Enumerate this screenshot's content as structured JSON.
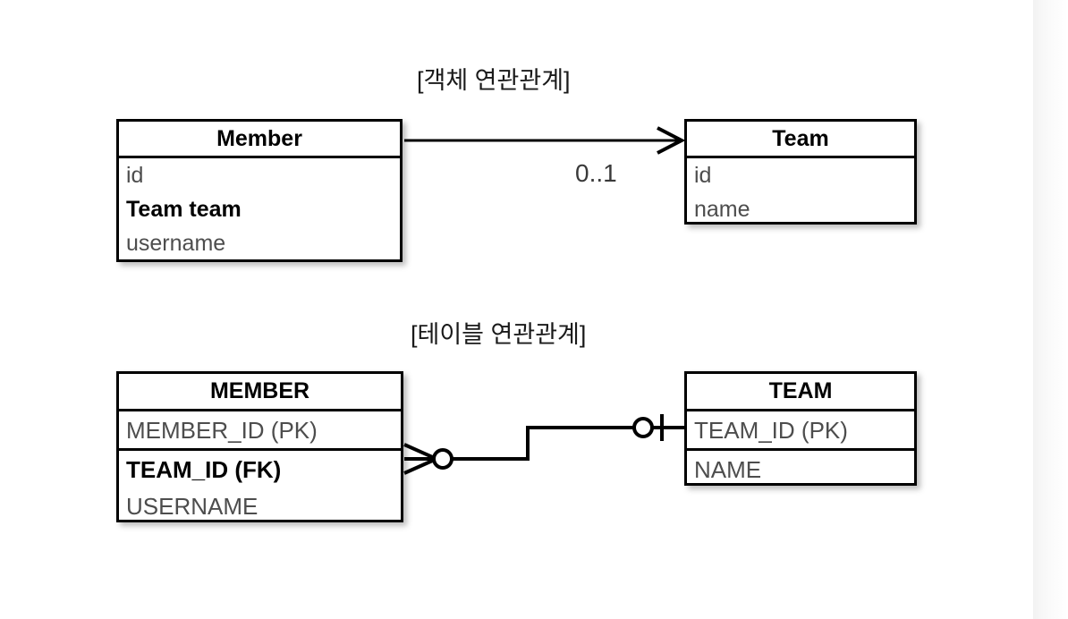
{
  "slide": {
    "background_color": "#ffffff",
    "line_color": "#000000",
    "attribute_text_color": "#4d4d4d"
  },
  "sections": {
    "object_model": {
      "title": "[객체 연관관계]",
      "multiplicity_label": "0..1",
      "relationship": {
        "type": "uml-association",
        "from": "Member",
        "to": "Team",
        "arrow": "open-arrow-right"
      },
      "entities": [
        {
          "name": "Member",
          "groups": [
            {
              "attributes": [
                {
                  "text": "id",
                  "emphasis": "normal"
                },
                {
                  "text": "Team team",
                  "emphasis": "bold"
                },
                {
                  "text": "username",
                  "emphasis": "normal"
                }
              ]
            }
          ]
        },
        {
          "name": "Team",
          "groups": [
            {
              "attributes": [
                {
                  "text": "id",
                  "emphasis": "normal"
                },
                {
                  "text": "name",
                  "emphasis": "normal"
                }
              ]
            }
          ]
        }
      ]
    },
    "table_model": {
      "title": "[테이블 연관관계]",
      "relationship": {
        "type": "crows-foot",
        "left_end": "zero-or-many",
        "right_end": "zero-or-one",
        "from": "MEMBER",
        "to": "TEAM"
      },
      "entities": [
        {
          "name": "MEMBER",
          "groups": [
            {
              "attributes": [
                {
                  "text": "MEMBER_ID (PK)",
                  "emphasis": "normal"
                }
              ]
            },
            {
              "attributes": [
                {
                  "text": "TEAM_ID (FK)",
                  "emphasis": "bold"
                },
                {
                  "text": "USERNAME",
                  "emphasis": "normal"
                }
              ]
            }
          ]
        },
        {
          "name": "TEAM",
          "groups": [
            {
              "attributes": [
                {
                  "text": "TEAM_ID (PK)",
                  "emphasis": "normal"
                }
              ]
            },
            {
              "attributes": [
                {
                  "text": "NAME",
                  "emphasis": "normal"
                }
              ]
            }
          ]
        }
      ]
    }
  }
}
